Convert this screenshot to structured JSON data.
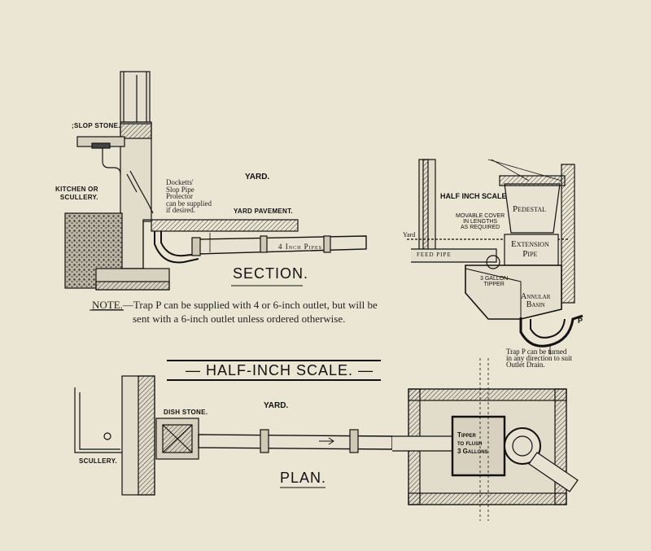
{
  "section": {
    "slop_stone": ";SLOP STONE.",
    "kitchen_scullery": "KITCHEN OR\nSCULLERY.",
    "yard": "YARD.",
    "yard_pavement": "YARD PAVEMENT.",
    "protector_note": "Docketts'\nSlop Pipe\nProtector\ncan be supplied\nif desired.",
    "pipe_label": "4 Inch Pipes",
    "section_title": "SECTION."
  },
  "note": {
    "heading": "NOTE.",
    "line1": "—Trap P can be supplied with 4 or 6-inch outlet, but will be",
    "line2": "sent with a 6-inch outlet unless ordered otherwise."
  },
  "scale_title": "HALF-INCH SCALE.",
  "detail": {
    "scale": "HALF INCH SCALE",
    "yard": "Yard",
    "cover": "MOVABLE COVER\nIN LENGTHS\nAS REQUIRED",
    "feed_pipe": "FEED PIPE",
    "pedestal": "Pedestal",
    "extension": "Extension\nPipe",
    "tipper": "3 GALLON\nTIPPER",
    "annular": "Annular\nBasin",
    "trap_letter": "P",
    "trap_note": "Trap P can be turned\nin any direction to suit\nOutlet Drain."
  },
  "plan": {
    "yard": "YARD.",
    "dish_stone": "DISH STONE.",
    "scullery": "SCULLERY.",
    "plan_title": "PLAN.",
    "tipper": "Tipper\nto flush\n3 Gallons"
  }
}
